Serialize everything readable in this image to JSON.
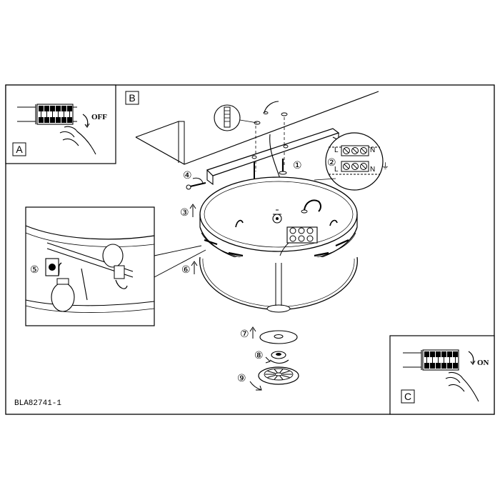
{
  "document": {
    "code": "BLA82741-1"
  },
  "panels": {
    "a": {
      "letter": "A",
      "switch_text": "OFF"
    },
    "b": {
      "letter": "B"
    },
    "c": {
      "letter": "C",
      "switch_text": "ON"
    }
  },
  "steps": [
    "①",
    "②",
    "③",
    "④",
    "⑤",
    "⑥",
    "⑦",
    "⑧",
    "⑨"
  ],
  "terminal": {
    "top": {
      "left": "L",
      "right": "N"
    },
    "bottom": {
      "left": "L",
      "right": "N"
    }
  },
  "colors": {
    "line": "#000000",
    "background": "#ffffff"
  }
}
